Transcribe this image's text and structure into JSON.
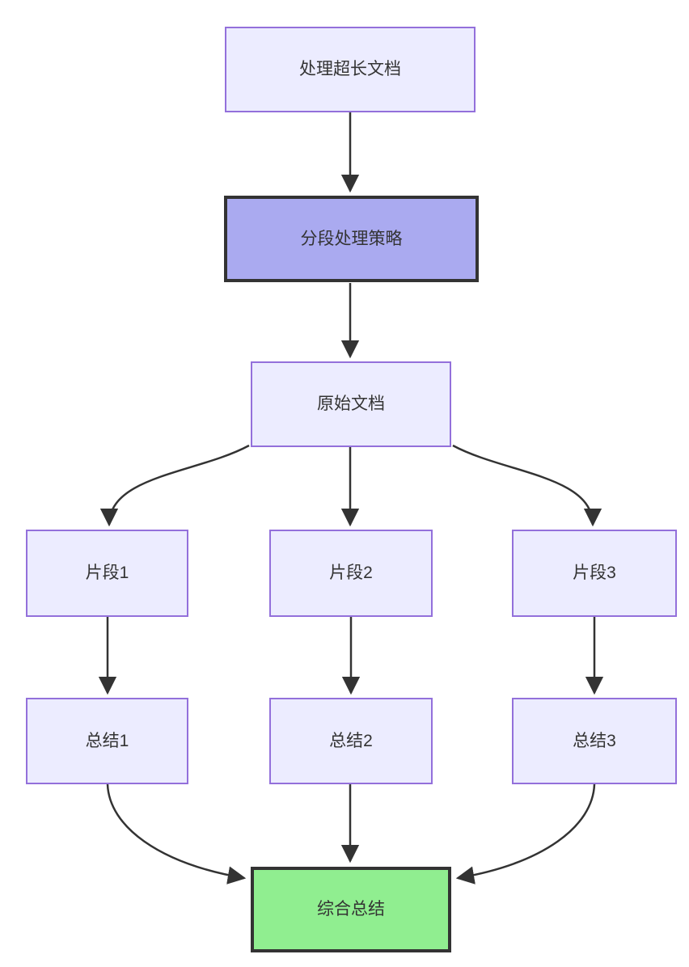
{
  "diagram": {
    "type": "flowchart",
    "direction": "top-down",
    "nodes": {
      "start": {
        "label": "处理超长文档",
        "style": "default"
      },
      "strategy": {
        "label": "分段处理策略",
        "style": "emphasis"
      },
      "source": {
        "label": "原始文档",
        "style": "default"
      },
      "chunk1": {
        "label": "片段1",
        "style": "default"
      },
      "chunk2": {
        "label": "片段2",
        "style": "default"
      },
      "chunk3": {
        "label": "片段3",
        "style": "default"
      },
      "summary1": {
        "label": "总结1",
        "style": "default"
      },
      "summary2": {
        "label": "总结2",
        "style": "default"
      },
      "summary3": {
        "label": "总结3",
        "style": "default"
      },
      "final": {
        "label": "综合总结",
        "style": "success"
      }
    },
    "edges": [
      {
        "from": "start",
        "to": "strategy"
      },
      {
        "from": "strategy",
        "to": "source"
      },
      {
        "from": "source",
        "to": "chunk1"
      },
      {
        "from": "source",
        "to": "chunk2"
      },
      {
        "from": "source",
        "to": "chunk3"
      },
      {
        "from": "chunk1",
        "to": "summary1"
      },
      {
        "from": "chunk2",
        "to": "summary2"
      },
      {
        "from": "chunk3",
        "to": "summary3"
      },
      {
        "from": "summary1",
        "to": "final"
      },
      {
        "from": "summary2",
        "to": "final"
      },
      {
        "from": "summary3",
        "to": "final"
      }
    ],
    "colors": {
      "node_fill": "#ECECFF",
      "node_border": "#9370DB",
      "emphasis_fill": "#aaaaf0",
      "emphasis_border": "#333333",
      "success_fill": "#90EE90",
      "success_border": "#333333",
      "arrow": "#333333",
      "text": "#333333",
      "background": "#ffffff"
    }
  }
}
